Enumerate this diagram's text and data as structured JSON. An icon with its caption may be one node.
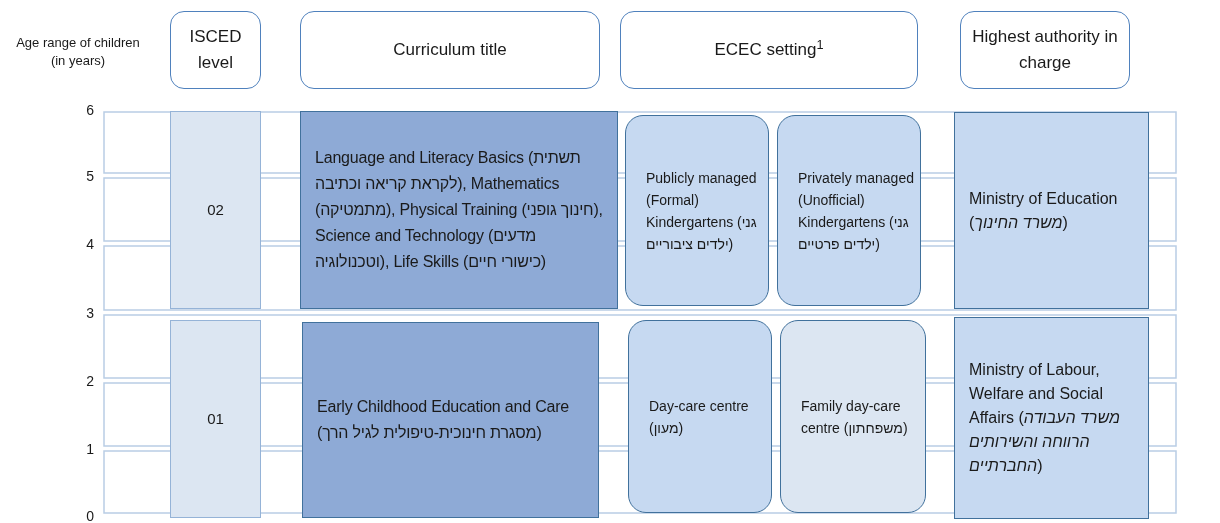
{
  "diagram": {
    "nodes": [
      {
        "text": [
          "ISCED level"
        ]
      },
      {
        "text": [
          "Curriculum title"
        ]
      },
      {
        "text": [
          "ECEC setting$^{1}$"
        ]
      },
      {
        "text": [
          "Highest authority in charge"
        ]
      },
      {
        "text": [
          "02"
        ]
      },
      {
        "text": [
          "Language and Literacy Basics (תשתית לקראת קריאה וכתיבה), Mathematics (מתמטיקה), Physical Training (חינוך גופני), Science and Technology (מדעים וטכנולוגיה), Life Skills (כישורי חיים)"
        ]
      },
      {
        "text": [
          "Publicly managed (Formal) Kindergartens (גני ילדים ציבוריים)"
        ]
      },
      {
        "text": [
          "Privately managed (Unofficial) Kindergartens (גני ילדים פרטיים)"
        ]
      },
      {
        "text": [
          "Ministry of Education (*משרד החינוך*)"
        ]
      },
      {
        "text": [
          "01"
        ]
      },
      {
        "text": [
          "Early Childhood  Education and Care (מסגרת חינוכית-טיפולית לגיל הרך)"
        ]
      },
      {
        "text": [
          "Day-care centre (מעון)"
        ]
      },
      {
        "text": [
          "Family day-care centre (משפחתון)"
        ]
      },
      {
        "text": [
          "Ministry of Labour, Welfare and Social Affairs (*משרד העבודה הרווחה והשירותים החברתיים*)"
        ]
      }
    ],
    "edges": [],
    "labels": [
      "Age range of children (in years)",
      "6",
      "5",
      "4",
      "3",
      "2",
      "1",
      "0"
    ]
  }
}
